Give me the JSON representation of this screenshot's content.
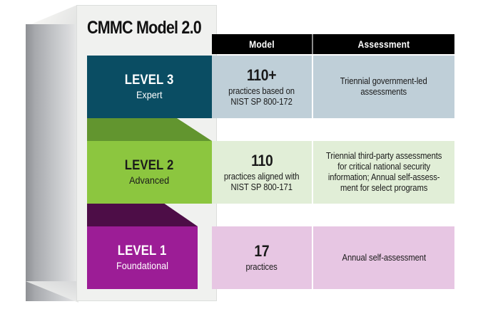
{
  "diagram": {
    "title": "CMMC Model 2.0",
    "columns": {
      "model": "Model",
      "assessment": "Assessment"
    },
    "colors": {
      "level3": "#0a4d63",
      "level3_row": "#bfcfd8",
      "level2": "#8cc63f",
      "level2_row": "#e1eed7",
      "level2_ribbon": "#62952f",
      "level1": "#9c1d96",
      "level1_row": "#e7c6e3",
      "level1_ribbon": "#4d0d47",
      "header_bar": "#000000",
      "card": "#f0f1ef"
    },
    "levels": [
      {
        "id": "level-3",
        "name": "LEVEL 3",
        "descriptor": "Expert",
        "model_count": "110+",
        "model_detail": "practices based on\nNIST SP 800-172",
        "assessment": "Triennial government-led\nassessments"
      },
      {
        "id": "level-2",
        "name": "LEVEL 2",
        "descriptor": "Advanced",
        "model_count": "110",
        "model_detail": "practices aligned with\nNIST SP 800-171",
        "assessment": "Triennial third-party assessments\nfor critical national security\ninformation; Annual self-assess-\nment for select programs"
      },
      {
        "id": "level-1",
        "name": "LEVEL 1",
        "descriptor": "Foundational",
        "model_count": "17",
        "model_detail": "practices",
        "assessment": "Annual self-assessment"
      }
    ]
  }
}
